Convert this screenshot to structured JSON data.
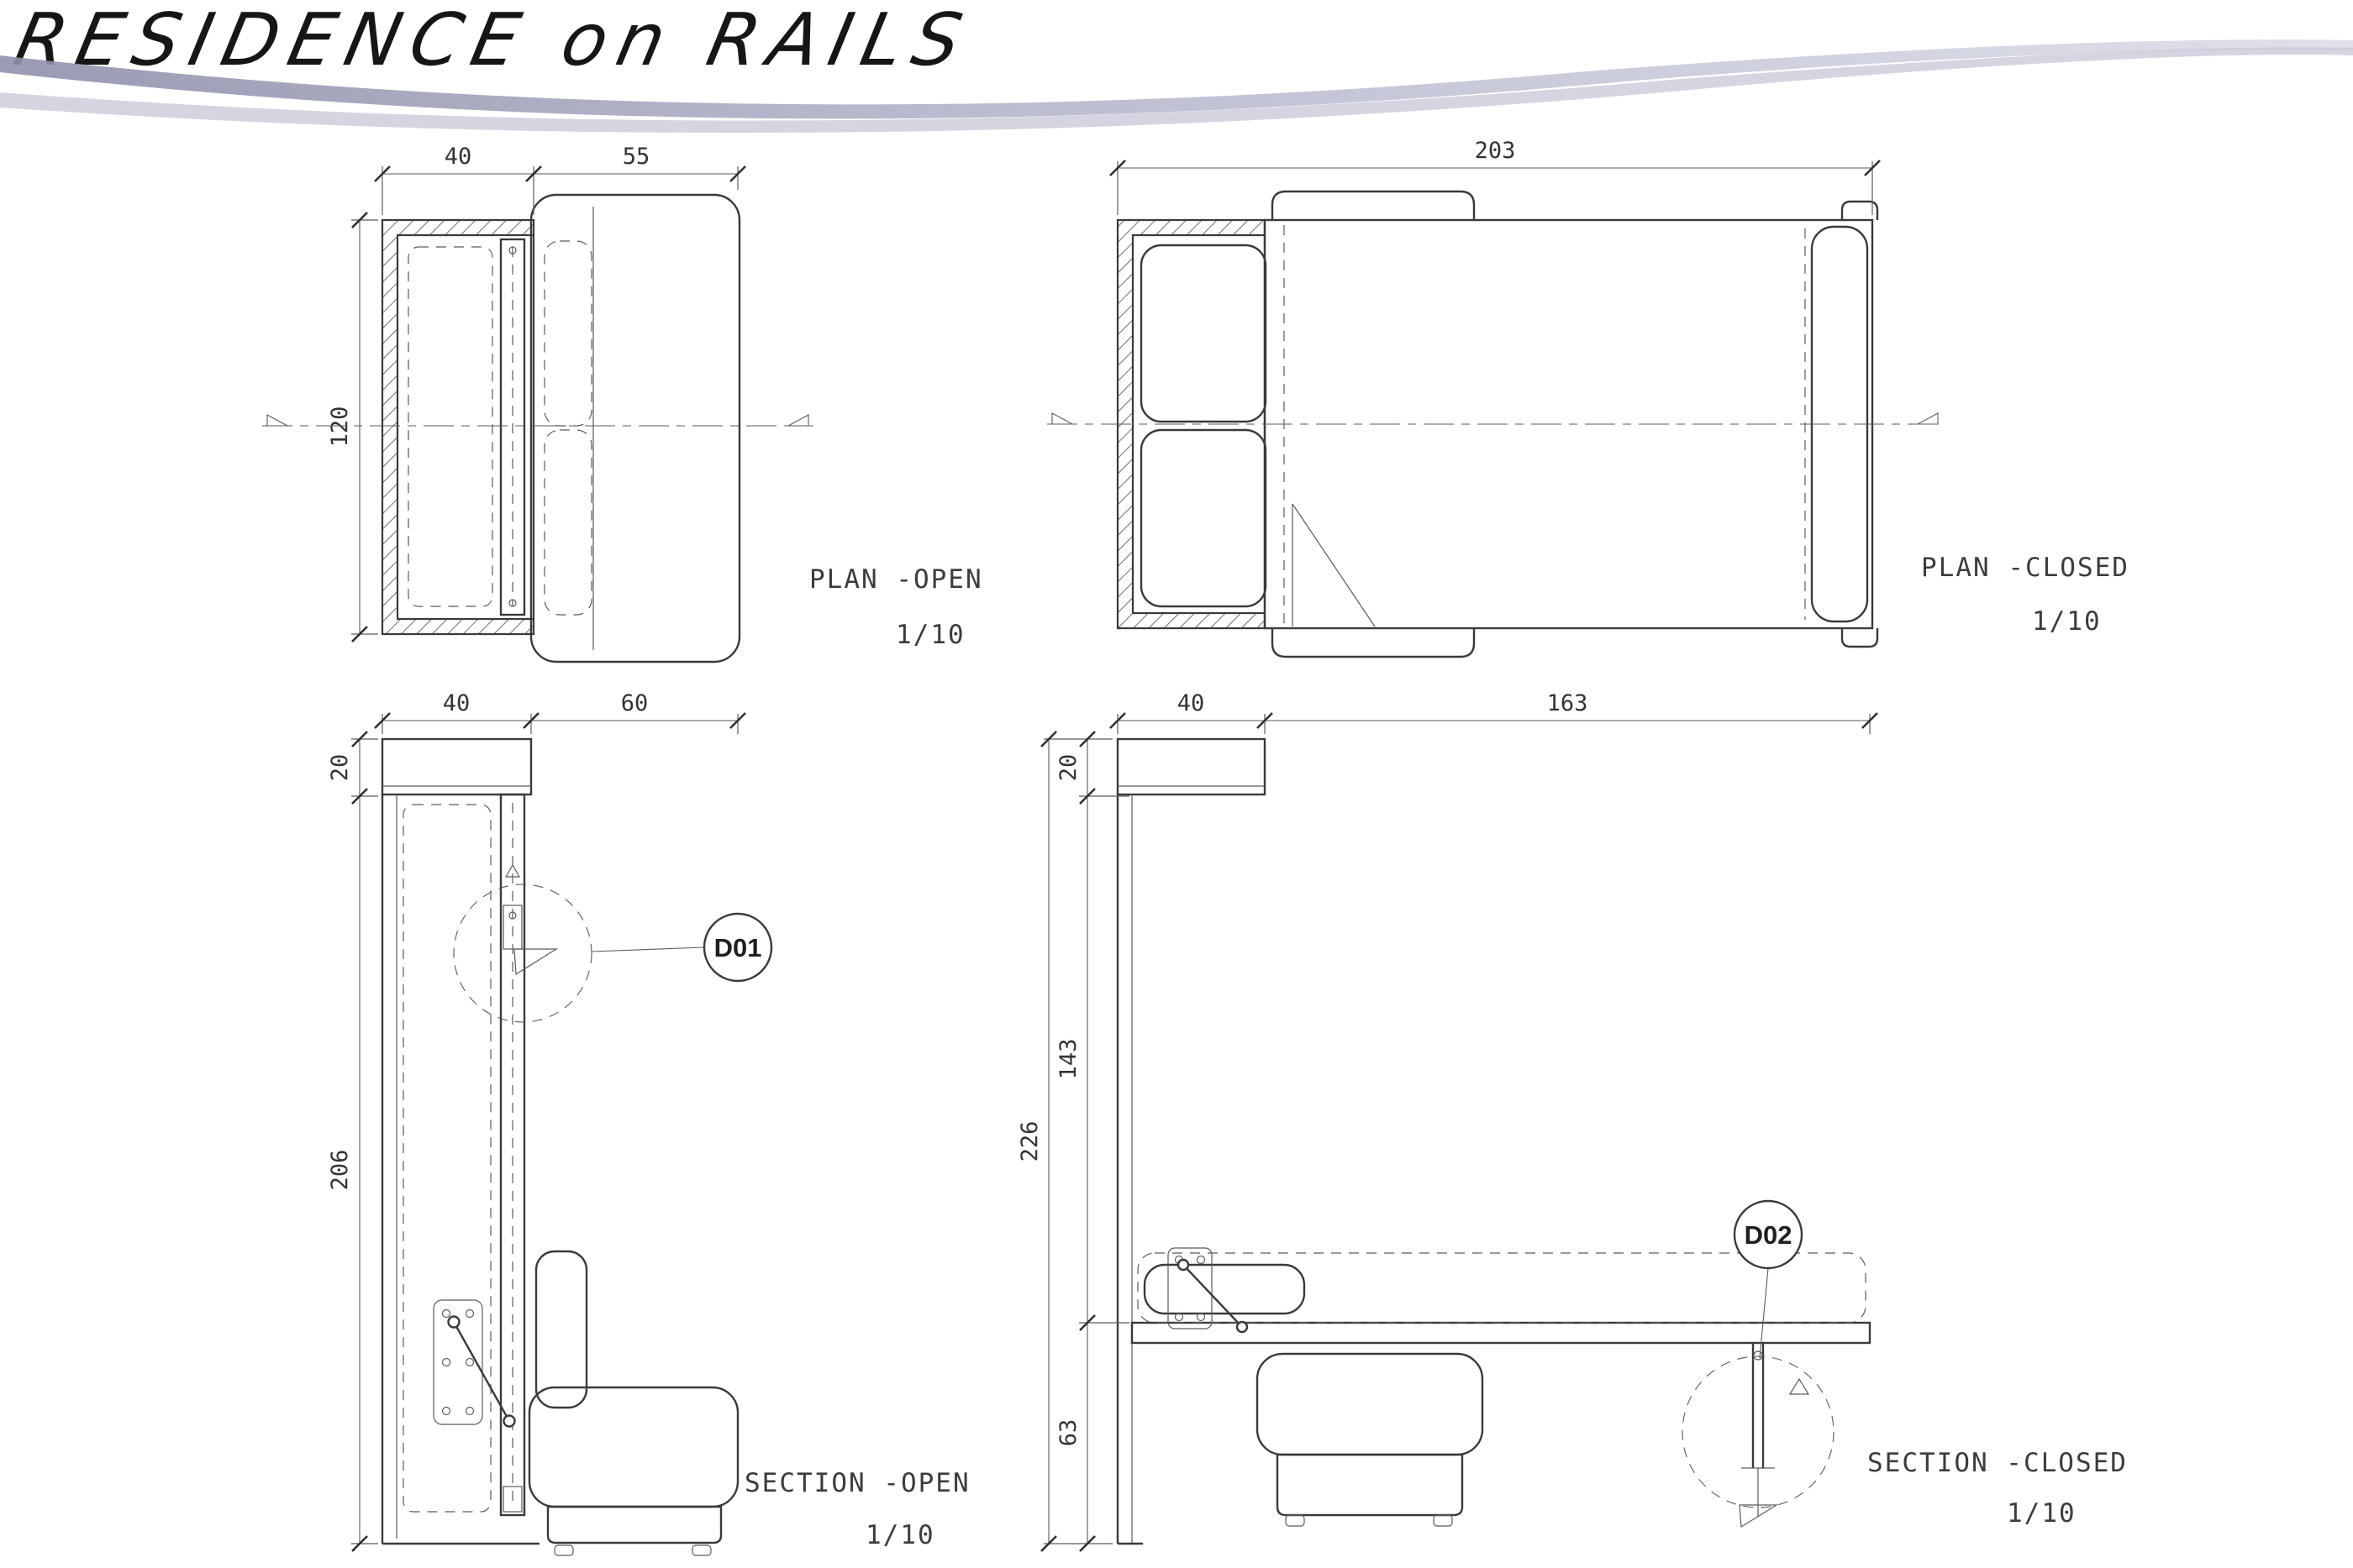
{
  "header": {
    "title": "RESIDENCE on RAILS"
  },
  "drawings": {
    "plan_open": {
      "title": "PLAN -OPEN",
      "scale": "1/10",
      "dim_cabinet_depth": "40",
      "dim_seat_depth": "55",
      "dim_width": "120"
    },
    "plan_closed": {
      "title": "PLAN -CLOSED",
      "scale": "1/10",
      "dim_total_length": "203"
    },
    "section_open": {
      "title": "SECTION -OPEN",
      "scale": "1/10",
      "dim_cabinet_depth": "40",
      "dim_seat_depth": "60",
      "dim_top_box": "20",
      "dim_height": "206",
      "detail": "D01"
    },
    "section_closed": {
      "title": "SECTION -CLOSED",
      "scale": "1/10",
      "dim_cabinet_depth": "40",
      "dim_bed_length": "163",
      "dim_top_box": "20",
      "dim_wall_height": "143",
      "dim_bed_height": "63",
      "dim_total_height": "226",
      "detail": "D02"
    }
  }
}
